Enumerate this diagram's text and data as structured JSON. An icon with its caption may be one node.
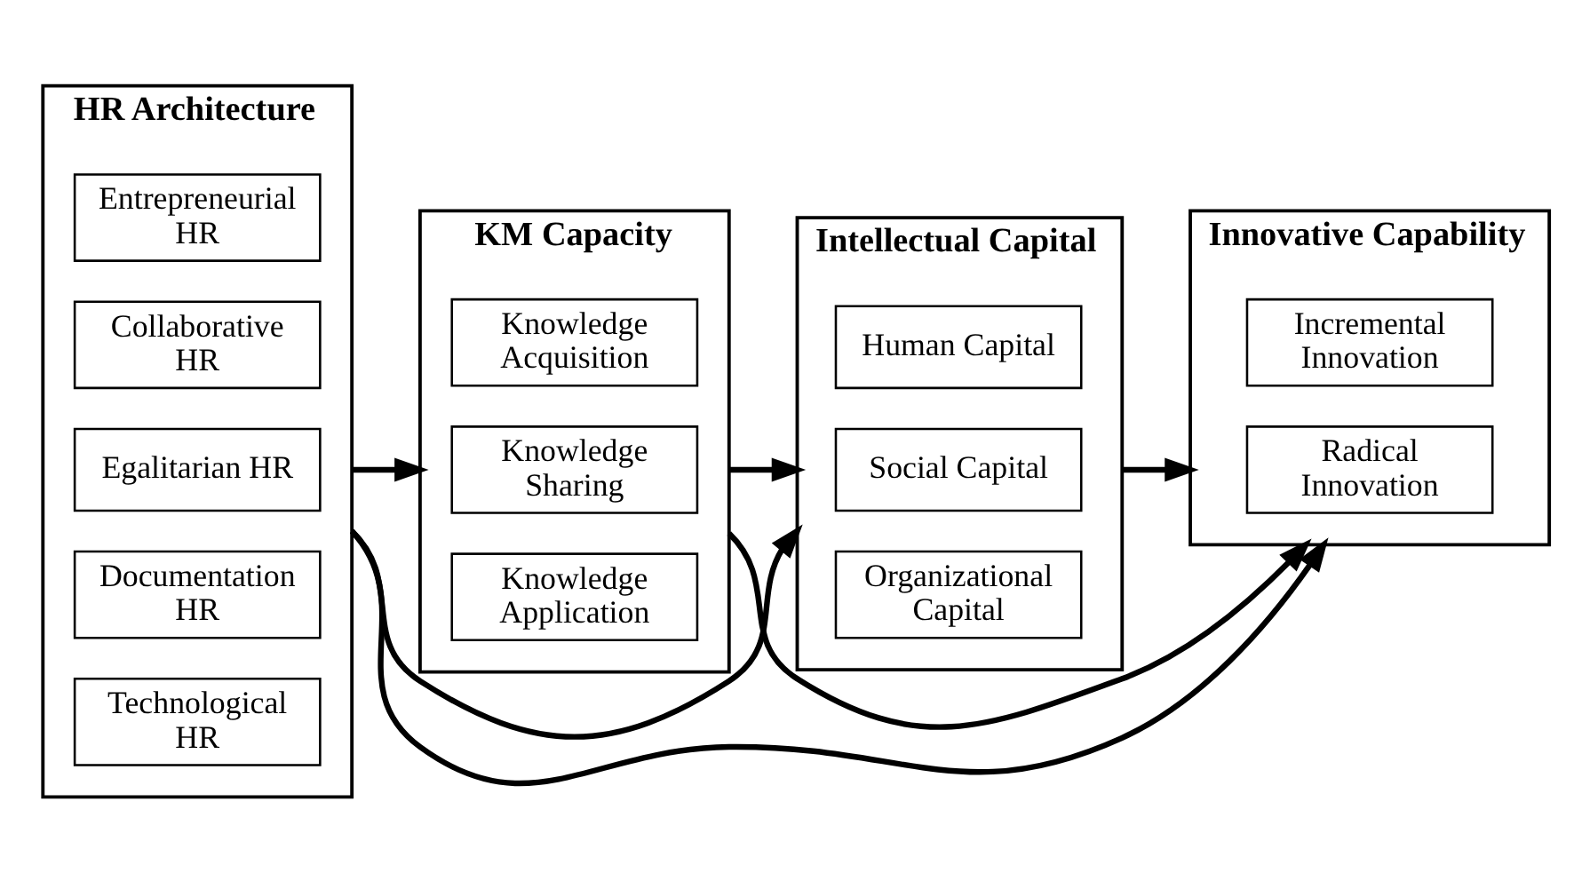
{
  "diagram": {
    "nodes": [
      {
        "text": [
          "HR Architecture"
        ]
      },
      {
        "text": [
          "Entrepreneurial HR"
        ],
        "in": 0
      },
      {
        "text": [
          "Collaborative HR"
        ],
        "in": 0
      },
      {
        "text": [
          "Egalitarian HR"
        ],
        "in": 0
      },
      {
        "text": [
          "Documentation HR"
        ],
        "in": 0
      },
      {
        "text": [
          "Technological HR"
        ],
        "in": 0
      },
      {
        "text": [
          "KM Capacity"
        ]
      },
      {
        "text": [
          "Knowledge Acquisition"
        ],
        "in": 6
      },
      {
        "text": [
          "Knowledge Sharing"
        ],
        "in": 6
      },
      {
        "text": [
          "Knowledge Application"
        ],
        "in": 6
      },
      {
        "text": [
          "Intellectual Capital"
        ]
      },
      {
        "text": [
          "Human Capital"
        ],
        "in": 10
      },
      {
        "text": [
          "Social Capital"
        ],
        "in": 10
      },
      {
        "text": [
          "Organizational Capital"
        ],
        "in": 10
      },
      {
        "text": [
          "Innovative Capability"
        ]
      },
      {
        "text": [
          "Incremental Innovation"
        ],
        "in": 14
      },
      {
        "text": [
          "Radical Innovation"
        ],
        "in": 14
      }
    ],
    "edges": [
      {
        "from": 0,
        "to": 6,
        "arrow": "to"
      },
      {
        "from": 6,
        "to": 10,
        "arrow": "to"
      },
      {
        "from": 10,
        "to": 14,
        "arrow": "to"
      },
      {
        "from": 0,
        "to": 10,
        "arrow": "to"
      },
      {
        "from": 0,
        "to": 14,
        "arrow": "to"
      },
      {
        "from": 6,
        "to": 14,
        "arrow": "to"
      }
    ]
  }
}
